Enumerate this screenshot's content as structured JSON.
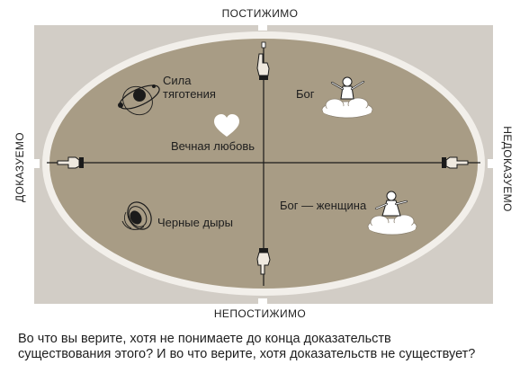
{
  "axes": {
    "top": "ПОСТИЖИМО",
    "bottom": "НЕПОСТИЖИМО",
    "left": "ДОКАЗУЕМО",
    "right": "НЕДОКАЗУЕМО"
  },
  "items": {
    "gravity": {
      "line1": "Сила",
      "line2": "тяготения"
    },
    "god": {
      "label": "Бог"
    },
    "love": {
      "label": "Вечная любовь"
    },
    "god_woman": {
      "label": "Бог — женщина"
    },
    "black_holes": {
      "label": "Черные дыры"
    }
  },
  "question": {
    "line1": "Во что вы верите, хотя не понимаете до конца доказательств",
    "line2": "существования этого? И во что верите, хотя доказательств не существует?"
  },
  "colors": {
    "panel": "#d2cdc6",
    "ellipse_fill": "#a89c85",
    "ellipse_ring": "#f2efea",
    "axis_line": "#1b1b1b",
    "cloud": "#ffffff"
  }
}
